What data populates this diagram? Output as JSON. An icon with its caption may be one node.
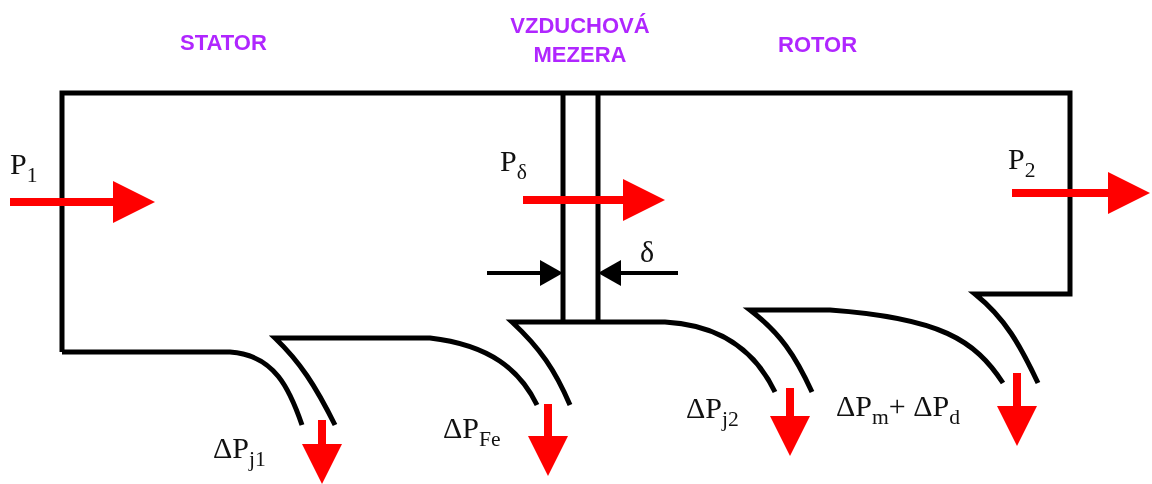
{
  "diagram": {
    "labels": [
      "STATOR",
      "VZDUCHOVÁ MEZERA",
      "ROTOR",
      "P$_{1}$",
      "P$_{δ}$",
      "P$_{2}$",
      "δ",
      "ΔP$_{j1}$",
      "ΔP$_{Fe}$",
      "ΔP$_{j2}$",
      "ΔP$_{m}$+ ΔP$_{d}$"
    ]
  }
}
